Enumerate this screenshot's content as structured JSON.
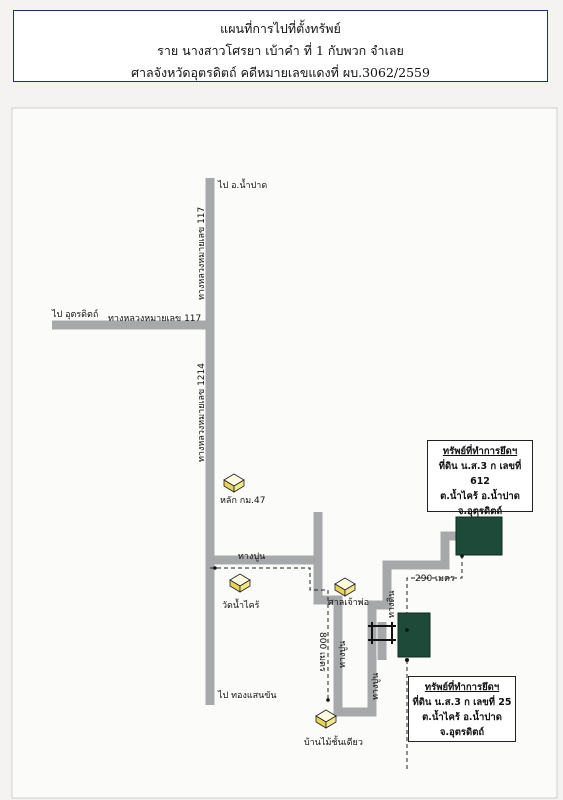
{
  "header": {
    "line1": "แผนที่การไปที่ตั้งทรัพย์",
    "line2": "ราย นางสาวโศรยา เบ้าคำ ที่ 1 กับพวก จำเลย",
    "line3": "ศาลจังหวัดอุตรดิตถ์ คดีหมายเลขแดงที่ ผบ.3062/2559"
  },
  "labels": {
    "to_nampat": "ไป อ.น้ำปาด",
    "hw117_vertical": "ทางหลวงหมายเลข 117",
    "to_uttaradit": "ไป อุตรดิตถ์",
    "hw117_horizontal": "ทางหลวงหมายเลข 117",
    "hw1214": "ทางหลวงหมายเลข 1214",
    "km47": "หลัก กม.47",
    "paved_road": "ทางปูน",
    "wat": "วัดน้ำไคร้",
    "shrine": "ศาลเจ้าพ่อ",
    "to_thongsaenkhan": "ไป ทองแสนขัน",
    "distance_800": "800 เมตร",
    "road_a": "ทางปูน",
    "road_b": "ทางปูน",
    "road_c": "ทางดิน",
    "ban_mai": "บ้านไม้ชั้นเดียว",
    "distance_290": "290 เมตร"
  },
  "property1": {
    "heading": "ทรัพย์ที่ทำการยึดฯ",
    "line1": "ที่ดิน น.ส.3 ก เลขที่ 612",
    "line2": "ต.น้ำไคร้ อ.น้ำปาด",
    "line3": "จ.อุตรดิตถ์"
  },
  "property2": {
    "heading": "ทรัพย์ที่ทำการยึดฯ",
    "line1": "ที่ดิน น.ส.3 ก เลขที่ 25",
    "line2": "ต.น้ำไคร้ อ.น้ำปาด",
    "line3": "จ.อุตรดิตถ์"
  },
  "colors": {
    "road": "#a7a8aa",
    "parcel": "#1e4a3a",
    "border": "#1b2f7a"
  }
}
